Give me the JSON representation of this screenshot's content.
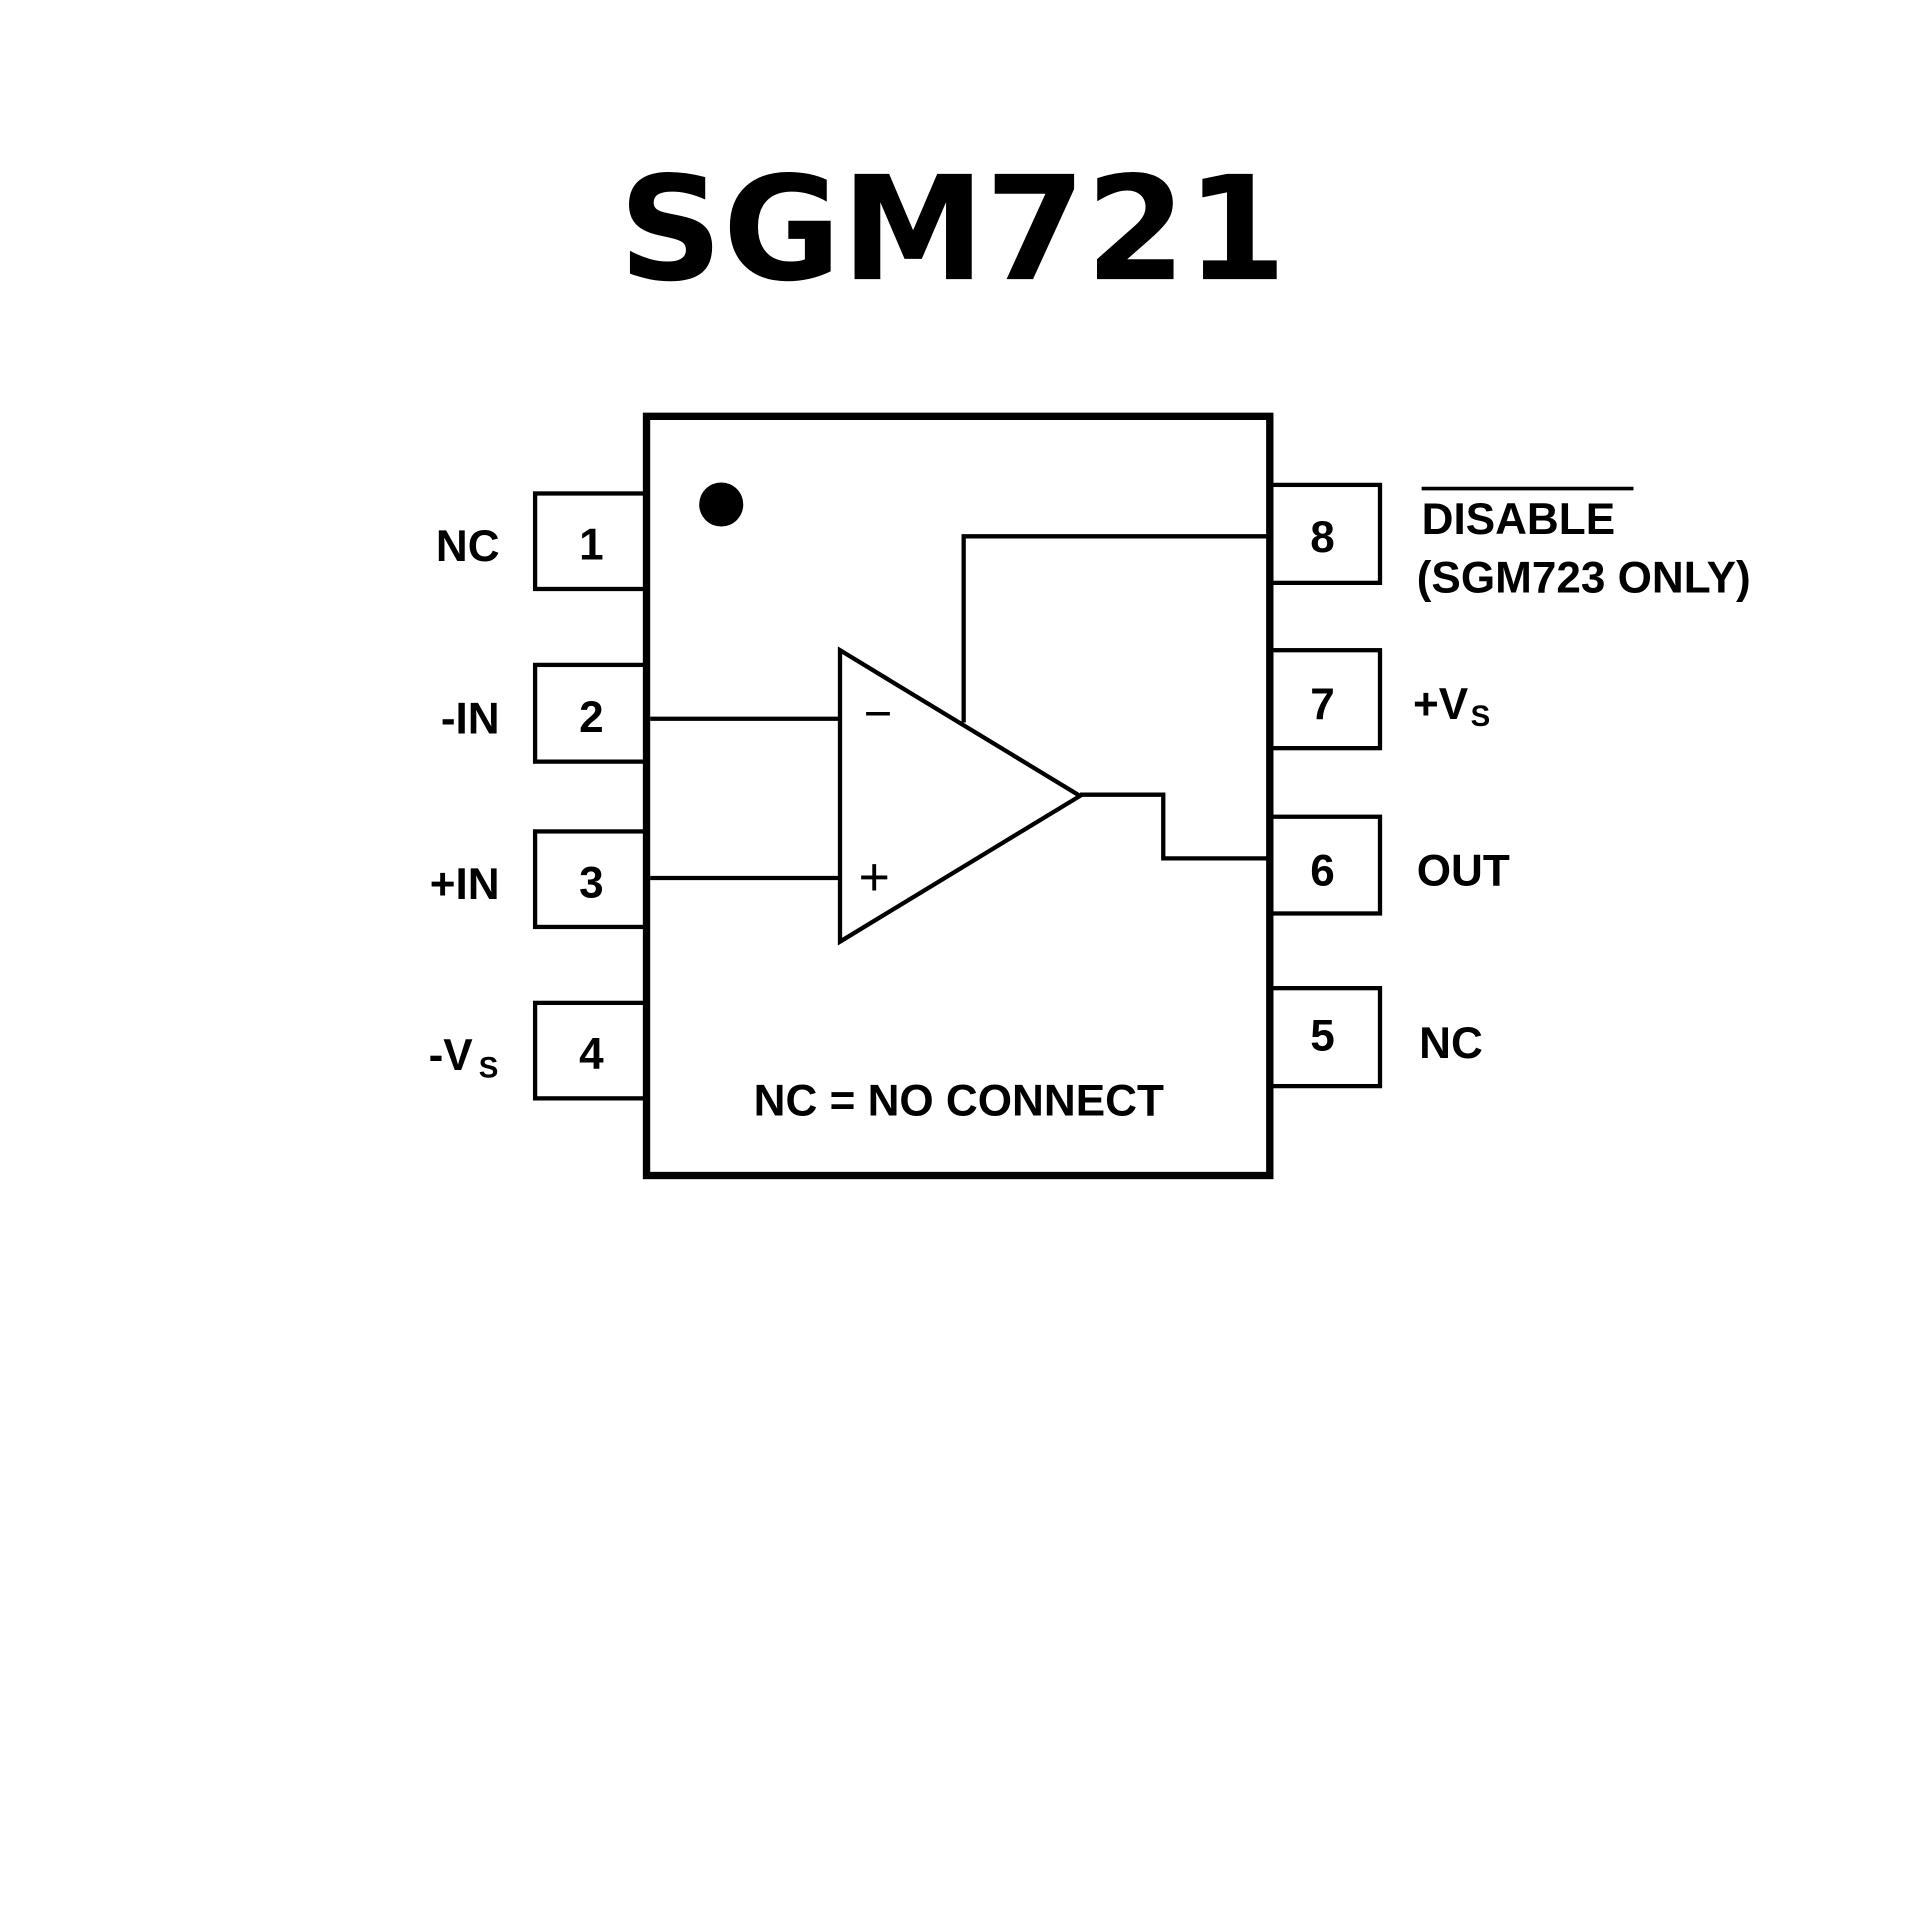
{
  "title": "SGM721",
  "left_pins": [
    {
      "number": "1",
      "label": "NC"
    },
    {
      "number": "2",
      "label": "-IN"
    },
    {
      "number": "3",
      "label": "+IN"
    },
    {
      "number": "4",
      "label": "-V",
      "subscript": "S"
    }
  ],
  "right_pins": [
    {
      "number": "8",
      "label": "DISABLE",
      "label2": "(SGM723 ONLY)"
    },
    {
      "number": "7",
      "label": "+V",
      "subscript": "S"
    },
    {
      "number": "6",
      "label": "OUT"
    },
    {
      "number": "5",
      "label": "NC"
    }
  ],
  "opamp": {
    "minus": "−",
    "plus": "+"
  },
  "legend": "NC = NO CONNECT"
}
